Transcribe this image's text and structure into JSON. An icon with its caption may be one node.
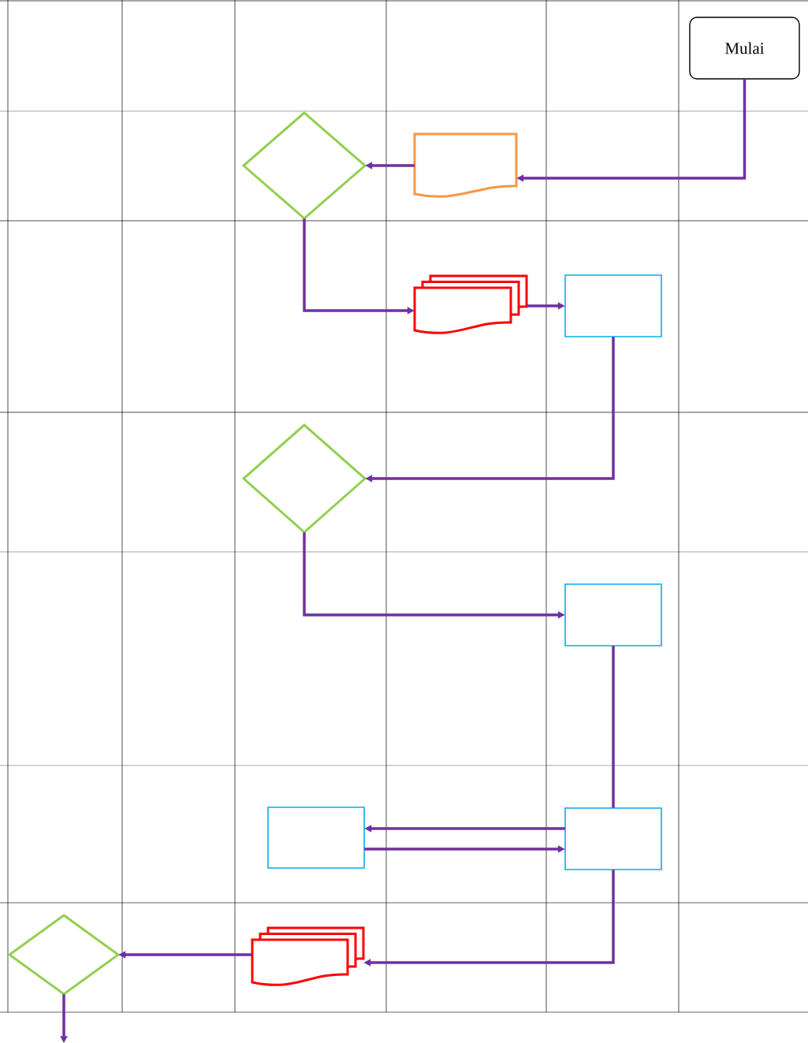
{
  "diagram": {
    "nodes": [
      {
        "text": [
          "Mulai"
        ]
      },
      {
        "text": [],
        "shape": "diamond"
      },
      {
        "text": [],
        "shape": "document"
      },
      {
        "text": [],
        "shape": "documents"
      },
      {
        "text": [],
        "shape": "box"
      },
      {
        "text": [],
        "shape": "diamond"
      },
      {
        "text": [],
        "shape": "box"
      },
      {
        "text": [],
        "shape": "box"
      },
      {
        "text": [],
        "shape": "box"
      },
      {
        "text": [],
        "shape": "documents"
      },
      {
        "text": [],
        "shape": "diamond"
      }
    ],
    "edges": [
      {
        "from": 0,
        "to": 2,
        "arrow": "to"
      },
      {
        "from": 2,
        "to": 1,
        "arrow": "to"
      },
      {
        "from": 1,
        "to": 3,
        "arrow": "to"
      },
      {
        "from": 3,
        "to": 4,
        "arrow": "to"
      },
      {
        "from": 4,
        "to": 5,
        "arrow": "to"
      },
      {
        "from": 5,
        "to": 6,
        "arrow": "to"
      },
      {
        "from": 6,
        "to": 8,
        "arrow": "none"
      },
      {
        "from": 8,
        "to": 7,
        "arrow": "to"
      },
      {
        "from": 7,
        "to": 8,
        "arrow": "to"
      },
      {
        "from": 8,
        "to": 9,
        "arrow": "to"
      },
      {
        "from": 9,
        "to": 10,
        "arrow": "to"
      },
      {
        "from": 10,
        "to": null,
        "arrow": "to"
      }
    ]
  }
}
